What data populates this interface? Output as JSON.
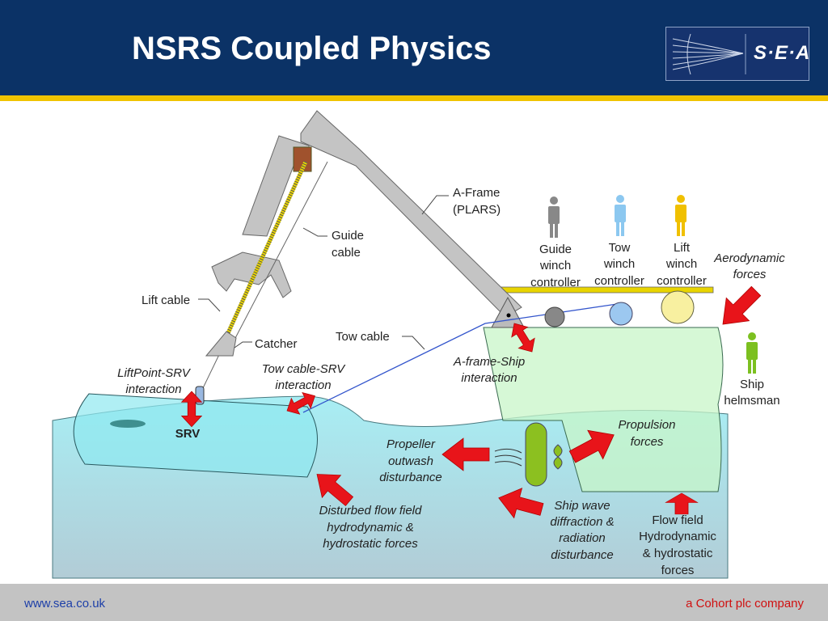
{
  "header": {
    "title": "NSRS Coupled Physics",
    "logo_text": "S·E·A"
  },
  "labels": {
    "a_frame": [
      "A-Frame",
      "(PLARS)"
    ],
    "guide_cable": [
      "Guide",
      "cable"
    ],
    "lift_cable": "Lift cable",
    "catcher": "Catcher",
    "tow_cable": "Tow cable",
    "liftpoint_srv": [
      "LiftPoint-SRV",
      "interaction"
    ],
    "towcable_srv": [
      "Tow cable-SRV",
      "interaction"
    ],
    "aframe_ship": [
      "A-frame-Ship",
      "interaction"
    ],
    "srv": "SRV",
    "guide_winch": [
      "Guide",
      "winch",
      "controller"
    ],
    "tow_winch": [
      "Tow",
      "winch",
      "controller"
    ],
    "lift_winch": [
      "Lift",
      "winch",
      "controller"
    ],
    "aerodynamic": [
      "Aerodynamic",
      "forces"
    ],
    "ship_helmsman": [
      "Ship",
      "helmsman"
    ],
    "propulsion": [
      "Propulsion",
      "forces"
    ],
    "propeller_outwash": [
      "Propeller",
      "outwash",
      "disturbance"
    ],
    "disturbed_flow": [
      "Disturbed flow field",
      "hydrodynamic &",
      "hydrostatic forces"
    ],
    "ship_wave": [
      "Ship wave",
      "diffraction &",
      "radiation",
      "disturbance"
    ],
    "flow_field": [
      "Flow field",
      "Hydrodynamic",
      "& hydrostatic",
      "forces"
    ]
  },
  "colors": {
    "header": "#0b3266",
    "stripe": "#f0c300",
    "arrow": "#e8141a",
    "water": "#a8eef4",
    "hull": "#c8f5c8"
  },
  "footer": {
    "url": "www.sea.co.uk",
    "company": "a Cohort plc company"
  }
}
